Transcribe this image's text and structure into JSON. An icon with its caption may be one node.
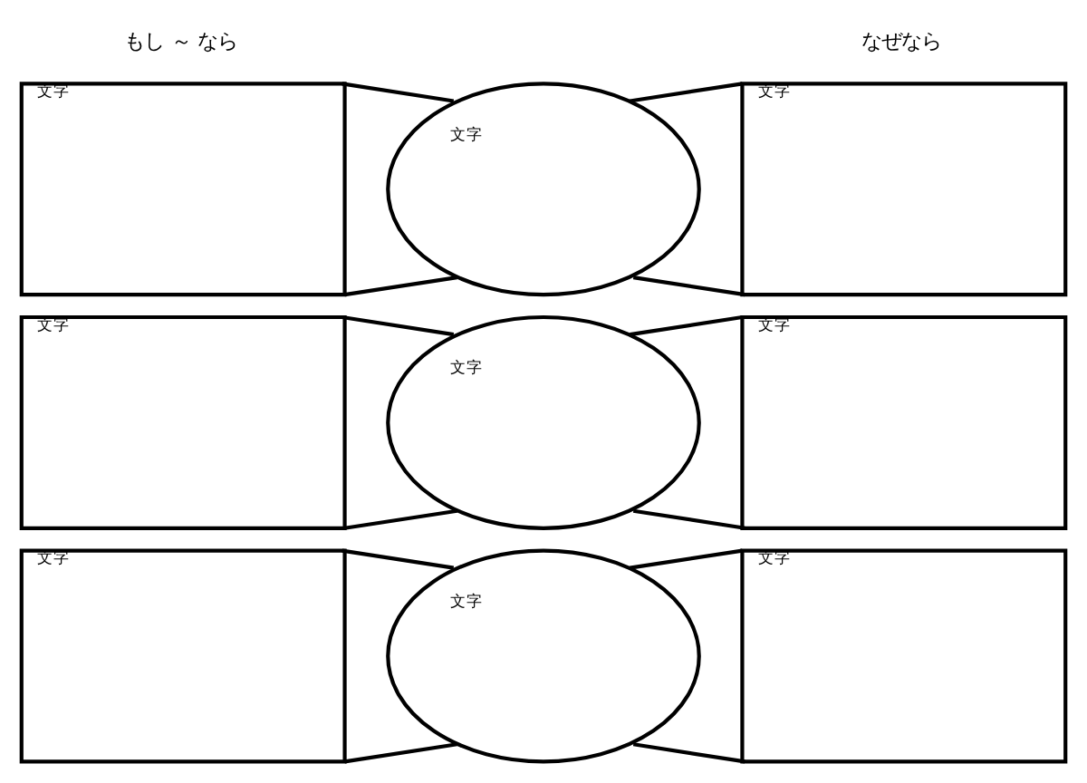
{
  "diagram": {
    "nodes": [
      {
        "text": [
          "文字"
        ]
      },
      {
        "text": [
          "文字"
        ]
      },
      {
        "text": [
          "文字"
        ]
      },
      {
        "text": [
          "文字"
        ]
      },
      {
        "text": [
          "文字"
        ]
      },
      {
        "text": [
          "文字"
        ]
      },
      {
        "text": [
          "文字"
        ]
      },
      {
        "text": [
          "文字"
        ]
      },
      {
        "text": [
          "文字"
        ]
      }
    ],
    "edges": [
      {
        "from": 0,
        "to": 1,
        "arrow": "none"
      },
      {
        "from": 0,
        "to": 1,
        "arrow": "none"
      },
      {
        "from": 1,
        "to": 2,
        "arrow": "none"
      },
      {
        "from": 1,
        "to": 2,
        "arrow": "none"
      },
      {
        "from": 3,
        "to": 4,
        "arrow": "none"
      },
      {
        "from": 3,
        "to": 4,
        "arrow": "none"
      },
      {
        "from": 4,
        "to": 5,
        "arrow": "none"
      },
      {
        "from": 4,
        "to": 5,
        "arrow": "none"
      },
      {
        "from": 6,
        "to": 7,
        "arrow": "none"
      },
      {
        "from": 6,
        "to": 7,
        "arrow": "none"
      },
      {
        "from": 7,
        "to": 8,
        "arrow": "none"
      },
      {
        "from": 7,
        "to": 8,
        "arrow": "none"
      }
    ],
    "labels": [
      "もし ～ なら",
      "なぜなら"
    ]
  }
}
